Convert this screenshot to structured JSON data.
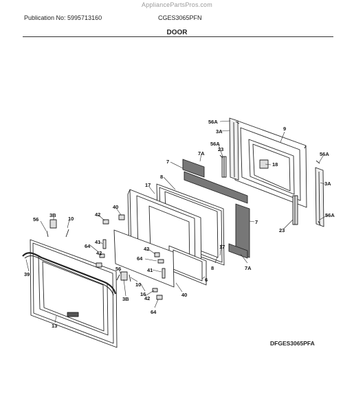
{
  "header": {
    "site": "AppliancePartsPros.com",
    "publication": "Publication No: 5995713160",
    "model": "CGES3065PFN",
    "section": "DOOR"
  },
  "footer": {
    "diagram_code": "DFGES3065PFA"
  },
  "callouts": {
    "c1": "56A",
    "c2": "3A",
    "c3": "9",
    "c4": "56A",
    "c5": "23",
    "c6": "7A",
    "c7": "18",
    "c8": "56A",
    "c9": "7",
    "c10": "3A",
    "c11": "8",
    "c12": "17",
    "c13": "56A",
    "c14": "40",
    "c15": "42",
    "c16": "3B",
    "c17": "10",
    "c18": "56",
    "c19": "7",
    "c20": "23",
    "c21": "64",
    "c22": "41",
    "c23": "42",
    "c24": "64",
    "c25": "42",
    "c26": "41",
    "c27": "8",
    "c28": "17",
    "c29": "7A",
    "c30": "6",
    "c31": "39",
    "c32": "56",
    "c33": "10",
    "c34": "40",
    "c35": "16",
    "c36": "3B",
    "c37": "42",
    "c38": "64",
    "c39": "13"
  }
}
